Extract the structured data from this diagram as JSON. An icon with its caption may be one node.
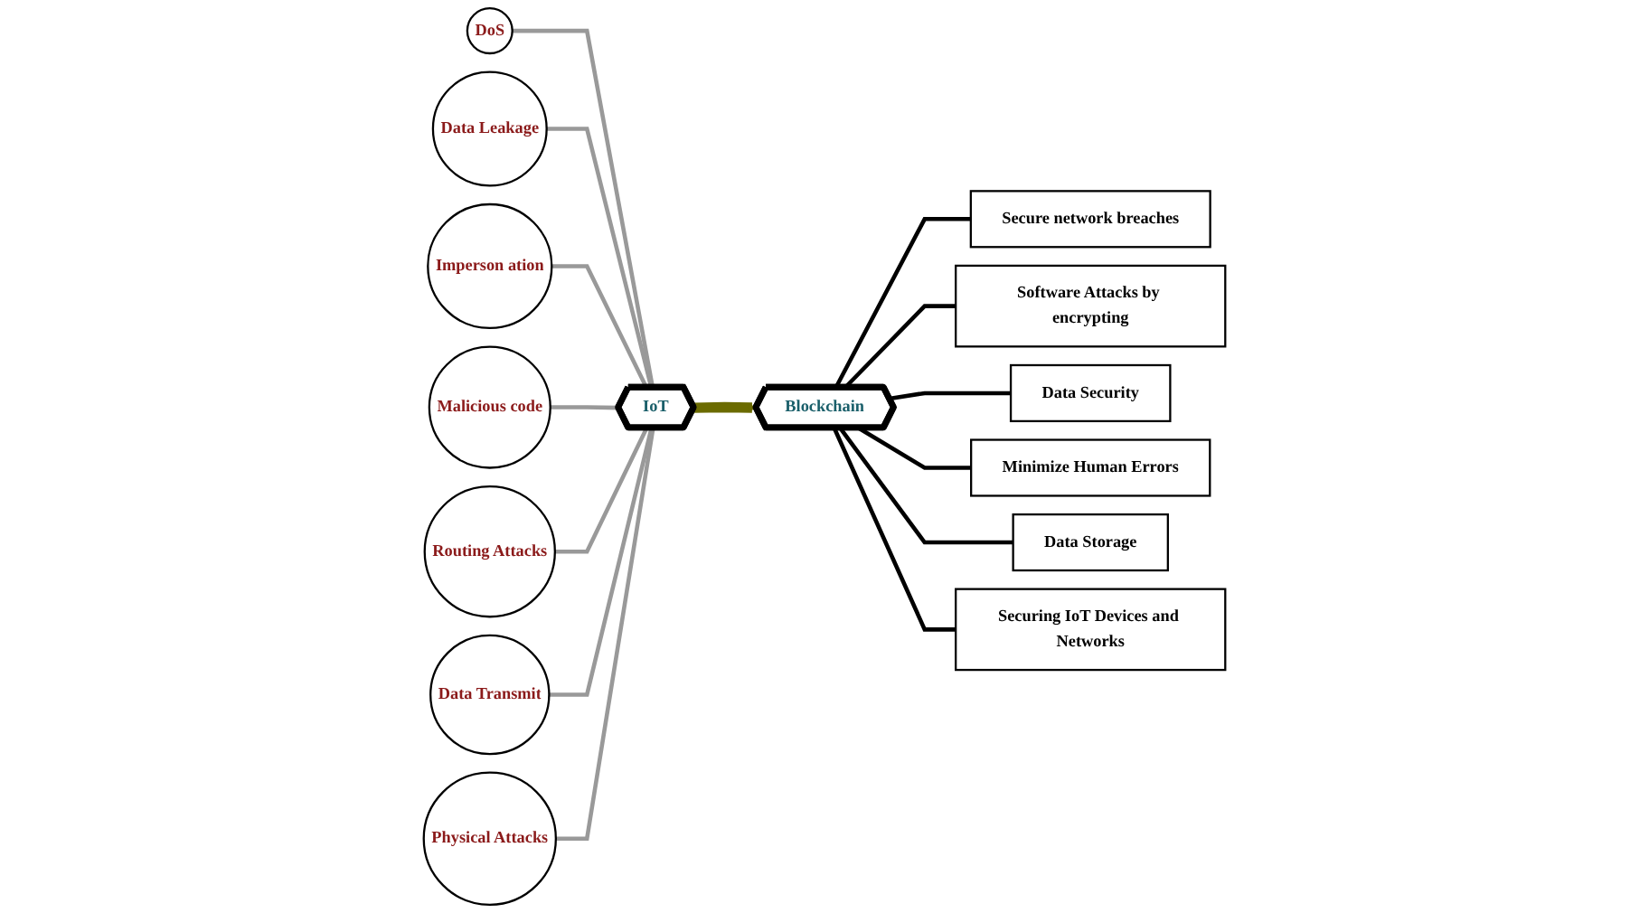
{
  "diagram": {
    "nodes": [
      {
        "text": [
          "IoT"
        ]
      },
      {
        "text": [
          "DoS"
        ]
      },
      {
        "text": [
          "Data Leakage"
        ]
      },
      {
        "text": [
          "Imperson ation"
        ]
      },
      {
        "text": [
          "Malicious code"
        ]
      },
      {
        "text": [
          "Routing Attacks"
        ]
      },
      {
        "text": [
          "Data Transmit"
        ]
      },
      {
        "text": [
          "Physical Attacks"
        ]
      },
      {
        "text": [
          "Blockchain"
        ]
      },
      {
        "text": [
          "Secure network breaches"
        ]
      },
      {
        "text": [
          "Software Attacks by encrypting"
        ]
      },
      {
        "text": [
          "Data Security"
        ]
      },
      {
        "text": [
          "Minimize Human Errors"
        ]
      },
      {
        "text": [
          "Data Storage"
        ]
      },
      {
        "text": [
          "Securing IoT Devices and Networks"
        ]
      }
    ],
    "edges": [
      {
        "from": 1,
        "to": 0,
        "arrow": "none"
      },
      {
        "from": 2,
        "to": 0,
        "arrow": "none"
      },
      {
        "from": 3,
        "to": 0,
        "arrow": "none"
      },
      {
        "from": 4,
        "to": 0,
        "arrow": "none"
      },
      {
        "from": 5,
        "to": 0,
        "arrow": "none"
      },
      {
        "from": 6,
        "to": 0,
        "arrow": "none"
      },
      {
        "from": 7,
        "to": 0,
        "arrow": "none"
      },
      {
        "from": 0,
        "to": 8,
        "arrow": "to",
        "style": "thick",
        "color": "#6b6b00"
      },
      {
        "from": 8,
        "to": 9,
        "arrow": "none",
        "color": "#000000"
      },
      {
        "from": 8,
        "to": 10,
        "arrow": "none",
        "color": "#000000"
      },
      {
        "from": 8,
        "to": 11,
        "arrow": "none",
        "color": "#000000"
      },
      {
        "from": 8,
        "to": 12,
        "arrow": "none",
        "color": "#000000"
      },
      {
        "from": 8,
        "to": 13,
        "arrow": "none",
        "color": "#000000"
      },
      {
        "from": 8,
        "to": 14,
        "arrow": "none",
        "color": "#000000"
      }
    ]
  }
}
